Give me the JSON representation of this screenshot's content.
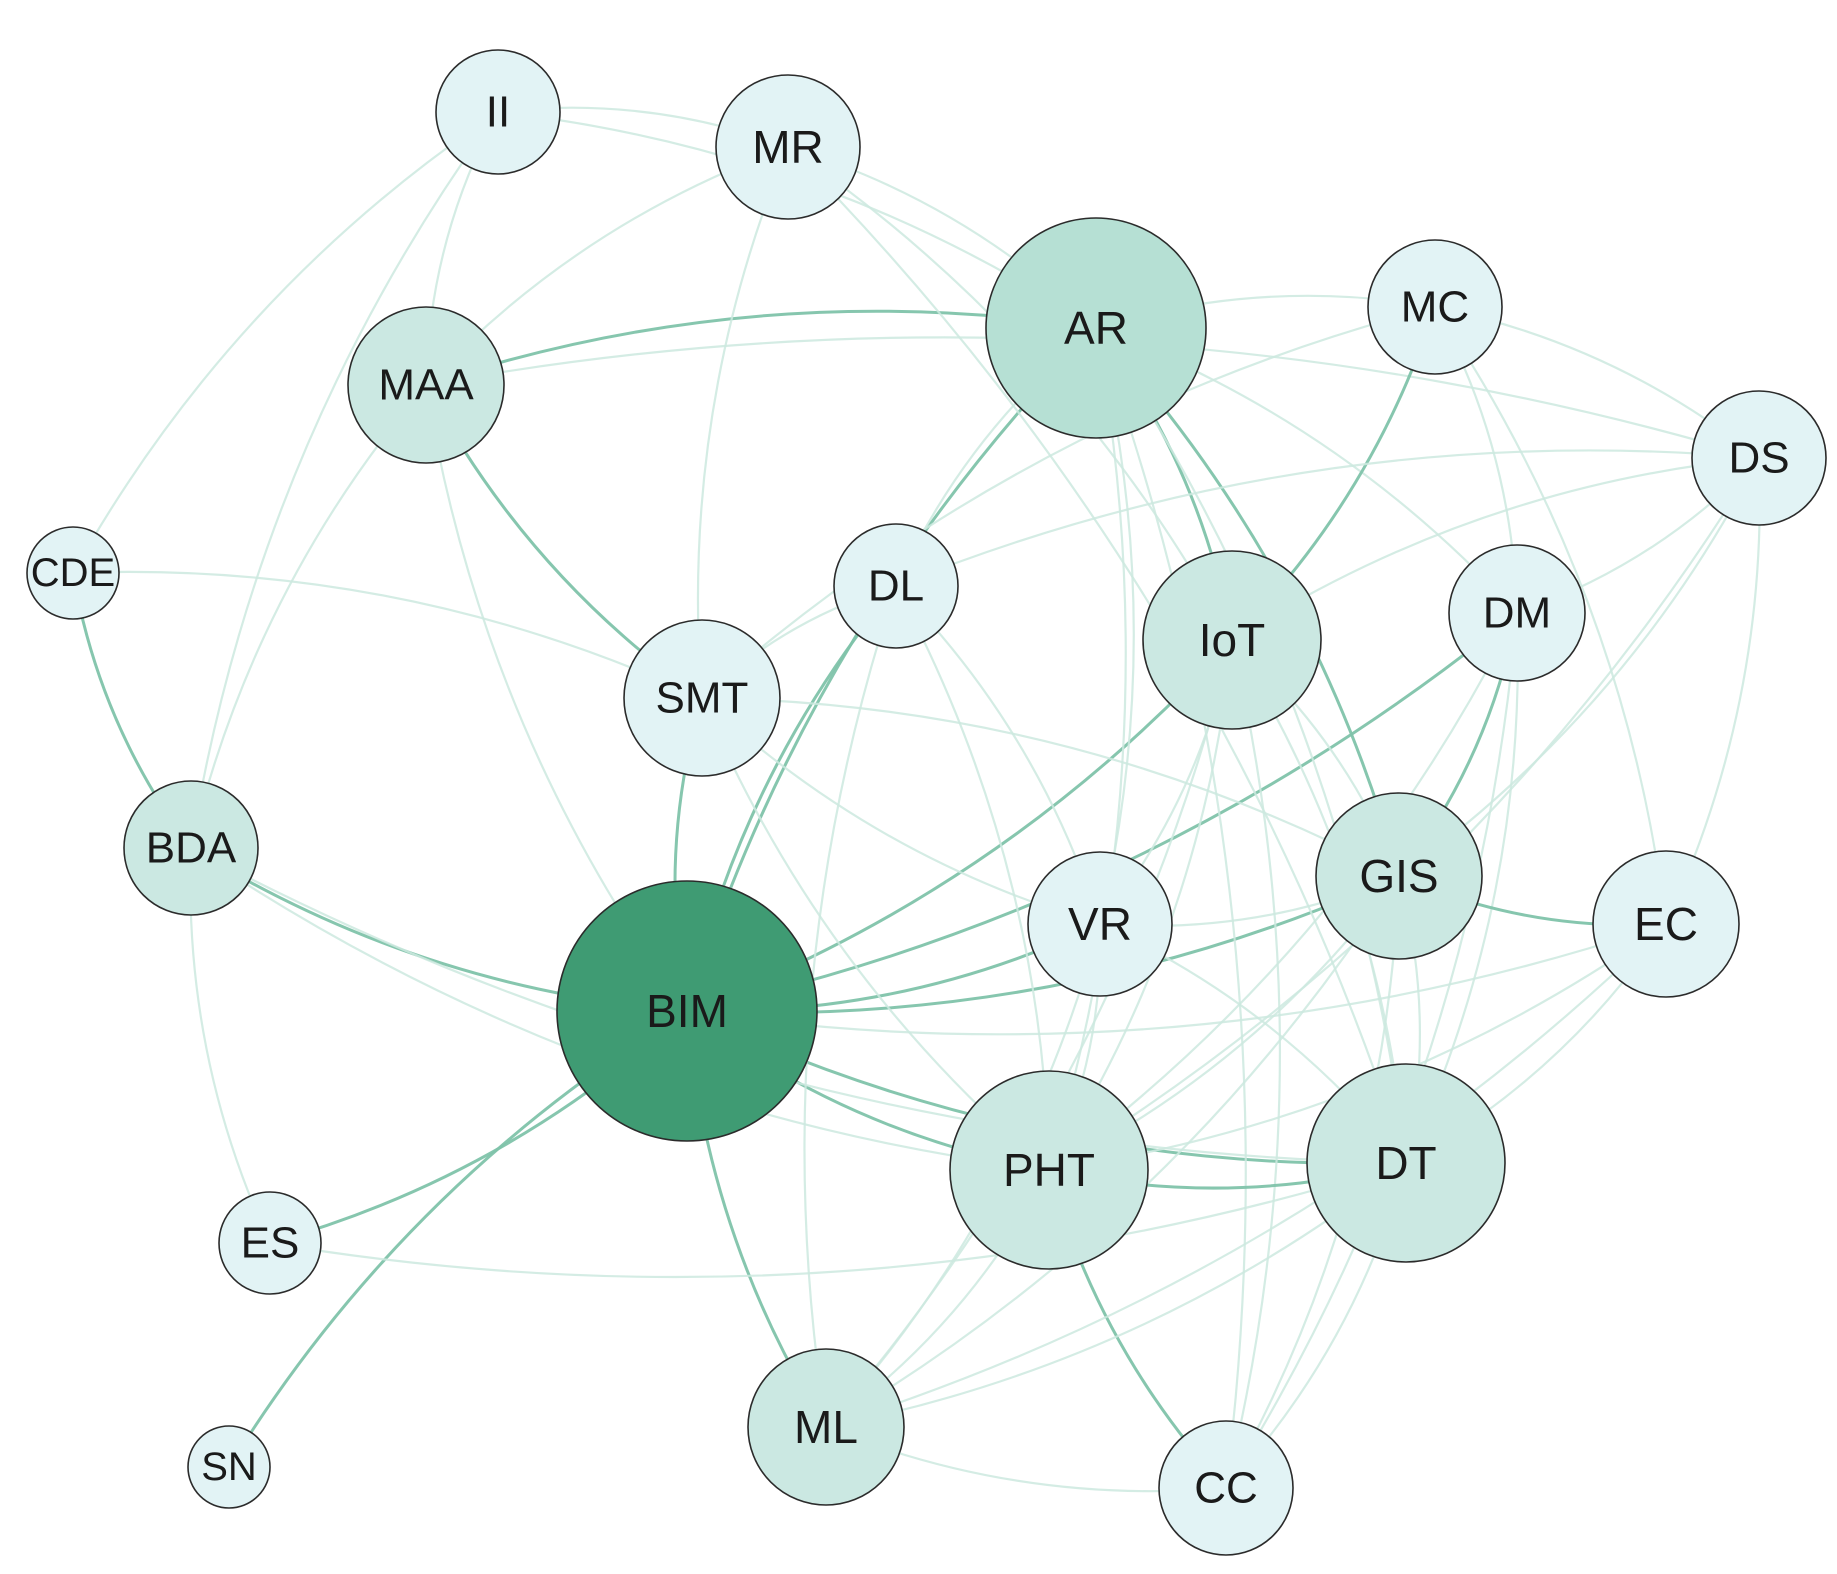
{
  "nodes": [
    {
      "id": "II",
      "label": "II",
      "tier": "light"
    },
    {
      "id": "MR",
      "label": "MR",
      "tier": "light"
    },
    {
      "id": "AR",
      "label": "AR",
      "tier": "medium"
    },
    {
      "id": "MC",
      "label": "MC",
      "tier": "light"
    },
    {
      "id": "DS",
      "label": "DS",
      "tier": "light"
    },
    {
      "id": "MAA",
      "label": "MAA",
      "tier": "pale"
    },
    {
      "id": "CDE",
      "label": "CDE",
      "tier": "light"
    },
    {
      "id": "DL",
      "label": "DL",
      "tier": "light"
    },
    {
      "id": "IoT",
      "label": "IoT",
      "tier": "pale"
    },
    {
      "id": "DM",
      "label": "DM",
      "tier": "light"
    },
    {
      "id": "SMT",
      "label": "SMT",
      "tier": "light"
    },
    {
      "id": "BDA",
      "label": "BDA",
      "tier": "pale"
    },
    {
      "id": "GIS",
      "label": "GIS",
      "tier": "pale"
    },
    {
      "id": "VR",
      "label": "VR",
      "tier": "light"
    },
    {
      "id": "EC",
      "label": "EC",
      "tier": "light"
    },
    {
      "id": "BIM",
      "label": "BIM",
      "tier": "hub"
    },
    {
      "id": "ES",
      "label": "ES",
      "tier": "light"
    },
    {
      "id": "PHT",
      "label": "PHT",
      "tier": "pale"
    },
    {
      "id": "DT",
      "label": "DT",
      "tier": "pale"
    },
    {
      "id": "SN",
      "label": "SN",
      "tier": "light"
    },
    {
      "id": "ML",
      "label": "ML",
      "tier": "pale"
    },
    {
      "id": "CC",
      "label": "CC",
      "tier": "light"
    }
  ],
  "edges": [
    [
      "BIM",
      "BDA",
      1
    ],
    [
      "BIM",
      "SMT",
      1
    ],
    [
      "BIM",
      "AR",
      1
    ],
    [
      "BIM",
      "DL",
      1
    ],
    [
      "BIM",
      "IoT",
      1
    ],
    [
      "BIM",
      "GIS",
      1
    ],
    [
      "BIM",
      "VR",
      1
    ],
    [
      "BIM",
      "PHT",
      1
    ],
    [
      "BIM",
      "DT",
      1
    ],
    [
      "BIM",
      "ML",
      1
    ],
    [
      "BIM",
      "ES",
      1
    ],
    [
      "BIM",
      "SN",
      1
    ],
    [
      "BIM",
      "DM",
      1
    ],
    [
      "BIM",
      "MAA",
      0
    ],
    [
      "BIM",
      "EC",
      0
    ],
    [
      "CDE",
      "BDA",
      1
    ],
    [
      "MAA",
      "SMT",
      1
    ],
    [
      "MAA",
      "AR",
      1
    ],
    [
      "MAA",
      "DS",
      0
    ],
    [
      "MAA",
      "MR",
      0
    ],
    [
      "MAA",
      "BDA",
      0
    ],
    [
      "MAA",
      "II",
      0
    ],
    [
      "II",
      "MR",
      0
    ],
    [
      "II",
      "AR",
      0
    ],
    [
      "II",
      "BDA",
      0
    ],
    [
      "II",
      "CDE",
      0
    ],
    [
      "MR",
      "AR",
      0
    ],
    [
      "MR",
      "DT",
      0
    ],
    [
      "MR",
      "SMT",
      0
    ],
    [
      "MR",
      "IoT",
      0
    ],
    [
      "AR",
      "MC",
      0
    ],
    [
      "AR",
      "IoT",
      1
    ],
    [
      "AR",
      "GIS",
      1
    ],
    [
      "AR",
      "DT",
      0
    ],
    [
      "AR",
      "PHT",
      0
    ],
    [
      "AR",
      "DM",
      0
    ],
    [
      "AR",
      "DL",
      0
    ],
    [
      "AR",
      "VR",
      0
    ],
    [
      "AR",
      "CC",
      0
    ],
    [
      "MC",
      "IoT",
      1
    ],
    [
      "MC",
      "DS",
      0
    ],
    [
      "MC",
      "DM",
      0
    ],
    [
      "MC",
      "EC",
      0
    ],
    [
      "MC",
      "SMT",
      0
    ],
    [
      "DS",
      "DM",
      0
    ],
    [
      "DS",
      "GIS",
      0
    ],
    [
      "DS",
      "PHT",
      0
    ],
    [
      "DS",
      "EC",
      0
    ],
    [
      "DS",
      "IoT",
      0
    ],
    [
      "DS",
      "DL",
      0
    ],
    [
      "DM",
      "GIS",
      1
    ],
    [
      "DM",
      "PHT",
      0
    ],
    [
      "DM",
      "DT",
      0
    ],
    [
      "DM",
      "CC",
      0
    ],
    [
      "IoT",
      "GIS",
      0
    ],
    [
      "IoT",
      "PHT",
      0
    ],
    [
      "IoT",
      "DT",
      0
    ],
    [
      "IoT",
      "ML",
      0
    ],
    [
      "IoT",
      "VR",
      0
    ],
    [
      "IoT",
      "CC",
      0
    ],
    [
      "GIS",
      "EC",
      1
    ],
    [
      "GIS",
      "DT",
      0
    ],
    [
      "GIS",
      "PHT",
      0
    ],
    [
      "GIS",
      "VR",
      0
    ],
    [
      "GIS",
      "ML",
      0
    ],
    [
      "GIS",
      "CC",
      0
    ],
    [
      "GIS",
      "SMT",
      0
    ],
    [
      "VR",
      "PHT",
      0
    ],
    [
      "VR",
      "DT",
      0
    ],
    [
      "VR",
      "ML",
      0
    ],
    [
      "VR",
      "SMT",
      0
    ],
    [
      "PHT",
      "DT",
      1
    ],
    [
      "PHT",
      "CC",
      1
    ],
    [
      "PHT",
      "ML",
      0
    ],
    [
      "PHT",
      "SMT",
      0
    ],
    [
      "PHT",
      "DL",
      0
    ],
    [
      "DT",
      "CC",
      0
    ],
    [
      "DT",
      "ML",
      0
    ],
    [
      "DT",
      "EC",
      0
    ],
    [
      "ML",
      "CC",
      0
    ],
    [
      "ML",
      "DL",
      0
    ],
    [
      "ES",
      "BDA",
      0
    ],
    [
      "ES",
      "DT",
      0
    ],
    [
      "SMT",
      "DL",
      0
    ],
    [
      "SMT",
      "CDE",
      0
    ],
    [
      "BDA",
      "PHT",
      0
    ],
    [
      "BDA",
      "DT",
      0
    ],
    [
      "EC",
      "PHT",
      0
    ],
    [
      "EC",
      "ML",
      0
    ],
    [
      "DL",
      "VR",
      0
    ]
  ],
  "colors": {
    "hub": "#3f9b73",
    "medium": "#b6e0d4",
    "pale": "#cbe8e2",
    "light": "#e2f3f5",
    "edge_strong": "#7fc3aa",
    "edge_faint": "#cde9df",
    "node_stroke": "#2b2b2b"
  }
}
